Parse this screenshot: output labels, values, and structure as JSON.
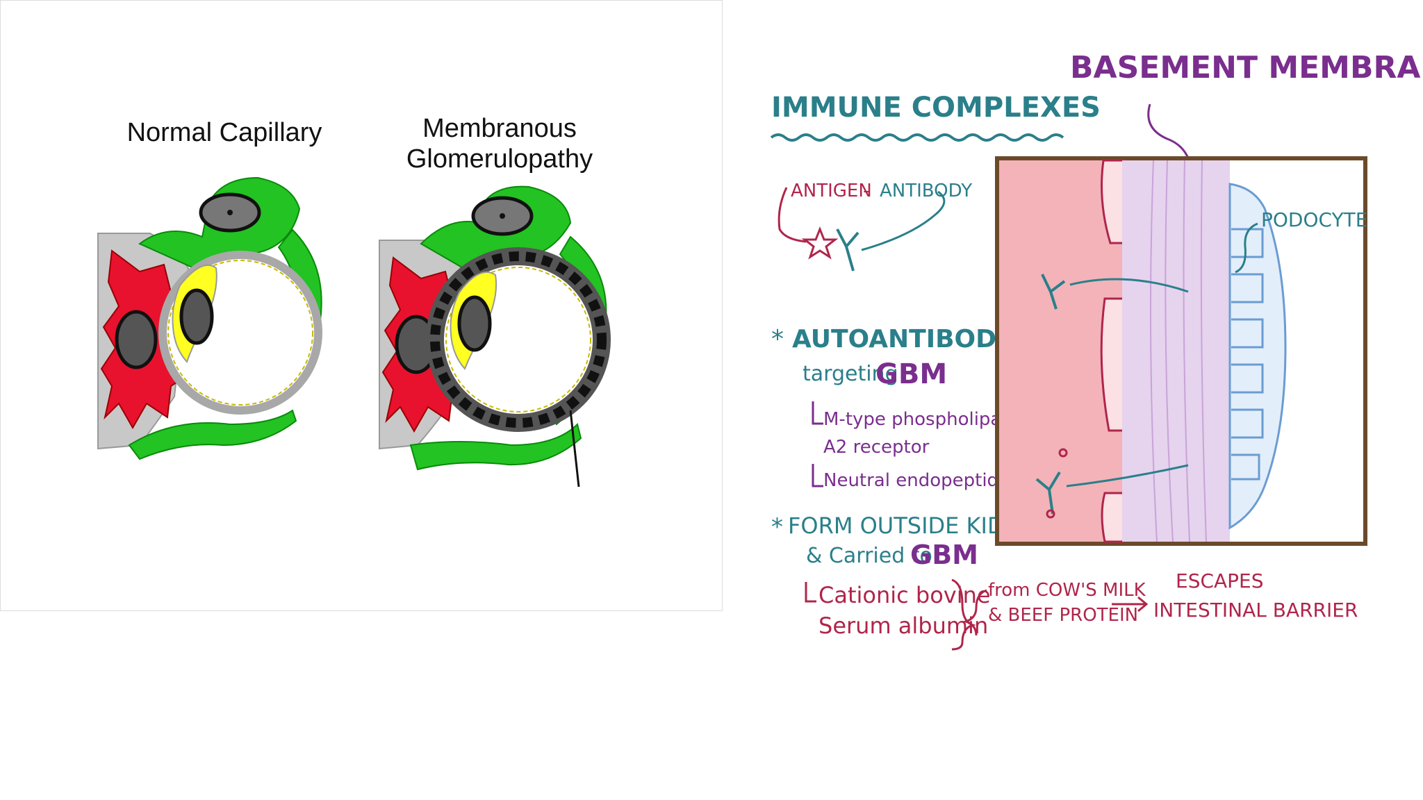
{
  "left": {
    "normal_title": "Normal Capillary",
    "membranous_title_line1": "Membranous",
    "membranous_title_line2": "Glomerulopathy"
  },
  "right": {
    "immune_complexes": "IMMUNE COMPLEXES",
    "antigen": "ANTIGEN",
    "antibody": "ANTIBODY",
    "autoantibodies": "AUTOANTIBODIES",
    "targeting": "targeting",
    "gbm": "GBM",
    "m_type_line1": "M-type phospholipase",
    "m_type_line2": "A2 receptor",
    "neutral": "Neutral endopeptidase",
    "form_outside": "FORM OUTSIDE KIDNEY",
    "carried_to": "& Carried to",
    "cationic_line1": "Cationic bovine",
    "cationic_line2": "Serum albumin",
    "from_line1": "from COW'S MILK",
    "from_line2": "& BEEF PROTEIN",
    "escapes_line1": "ESCAPES",
    "escapes_line2": "INTESTINAL BARRIER",
    "basement_membrane": "BASEMENT MEMBRANE",
    "podocyte": "PODOCYTE",
    "bullet": "*",
    "dash": "-"
  },
  "colors": {
    "green": "#22c322",
    "red": "#e8122e",
    "yellow": "#ffff22",
    "gray": "#c8c8c8",
    "teal": "#2a7f8a",
    "purple": "#7a2e8e",
    "crimson": "#b0254a",
    "pink_bg": "#f3b3b9",
    "lavender": "#e6d3ee",
    "border_brown": "#6b4a2a"
  }
}
